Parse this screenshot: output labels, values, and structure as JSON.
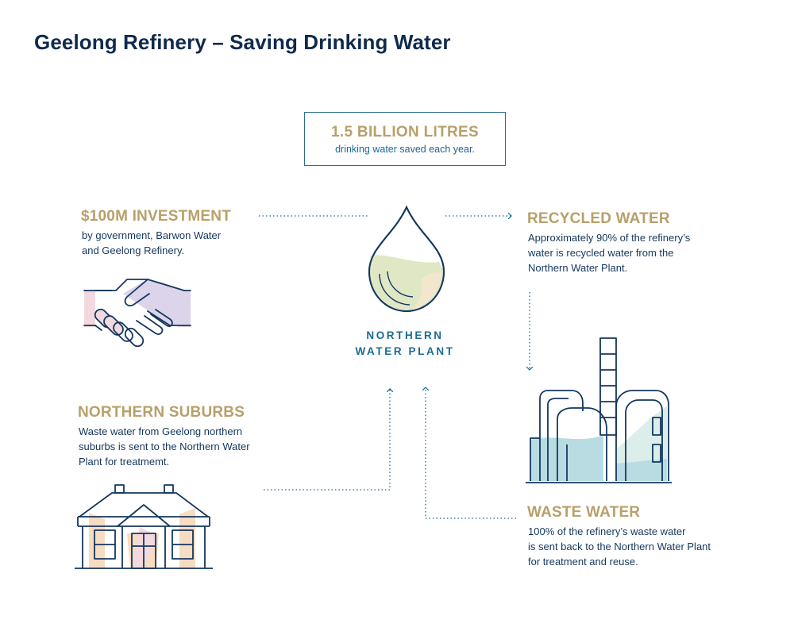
{
  "title": "Geelong Refinery – Saving Drinking Water",
  "savings": {
    "amount": "1.5 BILLION LITRES",
    "caption_highlight": "drinking water",
    "caption_rest": " saved each year."
  },
  "investment": {
    "heading": "$100M INVESTMENT",
    "lines": [
      "by government, Barwon Water",
      "and Geelong Refinery."
    ]
  },
  "recycled": {
    "heading": "RECYCLED WATER",
    "lines": [
      "Approximately 90% of the refinery’s",
      "water is recycled water from the",
      "Northern Water Plant."
    ]
  },
  "plant": {
    "lines": [
      "NORTHERN",
      "WATER PLANT"
    ]
  },
  "suburbs": {
    "heading": "NORTHERN SUBURBS",
    "lines": [
      "Waste water from Geelong northern",
      "suburbs is sent to the Northern Water",
      "Plant for treatmemt."
    ]
  },
  "waste": {
    "heading": "WASTE WATER",
    "lines": [
      "100% of the refinery’s waste water",
      "is sent back to the Northern Water Plant",
      "for treatment and reuse."
    ]
  },
  "icons": {
    "drop": "water-drop-icon",
    "handshake": "handshake-icon",
    "house": "house-icon",
    "refinery": "refinery-icon"
  },
  "colors": {
    "navy": "#0f2a4d",
    "gold": "#b8a06a",
    "teal": "#1a6b94",
    "green_fill": "#dfe7c4",
    "blue_fill": "#b9dce3",
    "pink_fill": "#f3d9df",
    "lavender_fill": "#dcd4ea",
    "peach_fill": "#f7dcc2"
  }
}
